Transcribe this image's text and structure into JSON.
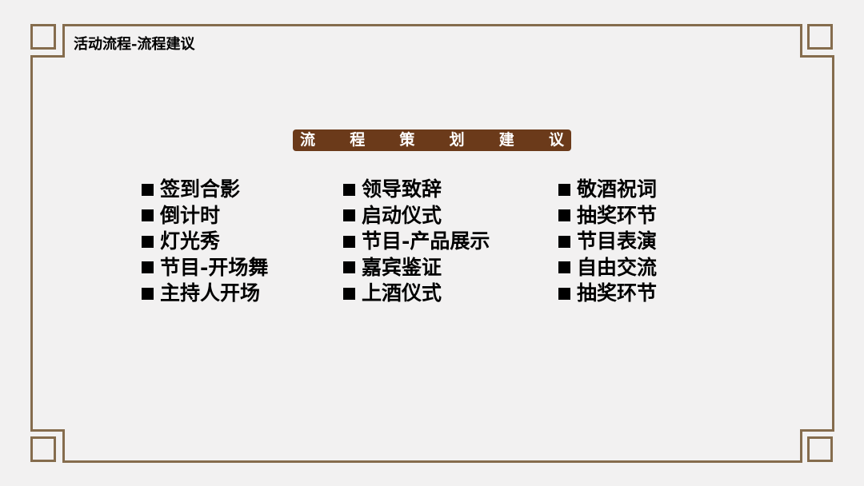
{
  "page": {
    "title": "活动流程-流程建议",
    "colors": {
      "frame": "#856c4d",
      "banner": "#6b3a1a",
      "background": "#f2f1f1"
    }
  },
  "banner": {
    "chars": [
      "流",
      "程",
      "策",
      "划",
      "建",
      "议"
    ]
  },
  "columns": [
    {
      "items": [
        "签到合影",
        "倒计时",
        "灯光秀",
        "节目-开场舞",
        "主持人开场"
      ]
    },
    {
      "items": [
        "领导致辞",
        "启动仪式",
        "节目-产品展示",
        "嘉宾鉴证",
        "上酒仪式"
      ]
    },
    {
      "items": [
        "敬酒祝词",
        "抽奖环节",
        "节目表演",
        "自由交流",
        "抽奖环节"
      ]
    }
  ]
}
